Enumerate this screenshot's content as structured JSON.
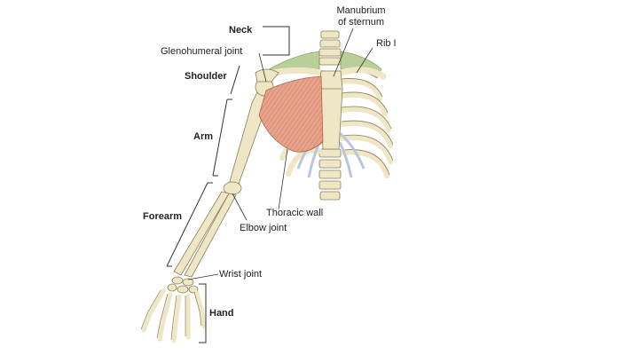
{
  "labels": {
    "neck": "Neck",
    "glenohumeral_joint": "Glenohumeral joint",
    "shoulder": "Shoulder",
    "arm": "Arm",
    "forearm": "Forearm",
    "hand": "Hand",
    "manubrium_line1": "Manubrium",
    "manubrium_line2": "of sternum",
    "rib_i": "Rib I",
    "thoracic_wall": "Thoracic wall",
    "elbow_joint": "Elbow joint",
    "wrist_joint": "Wrist joint"
  },
  "colors": {
    "bone": "#efe6c6",
    "bone_outline": "#8c7f5a",
    "muscle": "#e7a38a",
    "muscle_fiber": "#c8705a",
    "cartilage": "#dfe6f2",
    "cartilage_outline": "#8fa4c4",
    "neck_muscle": "#b9cf9a",
    "lines": "#333333"
  }
}
